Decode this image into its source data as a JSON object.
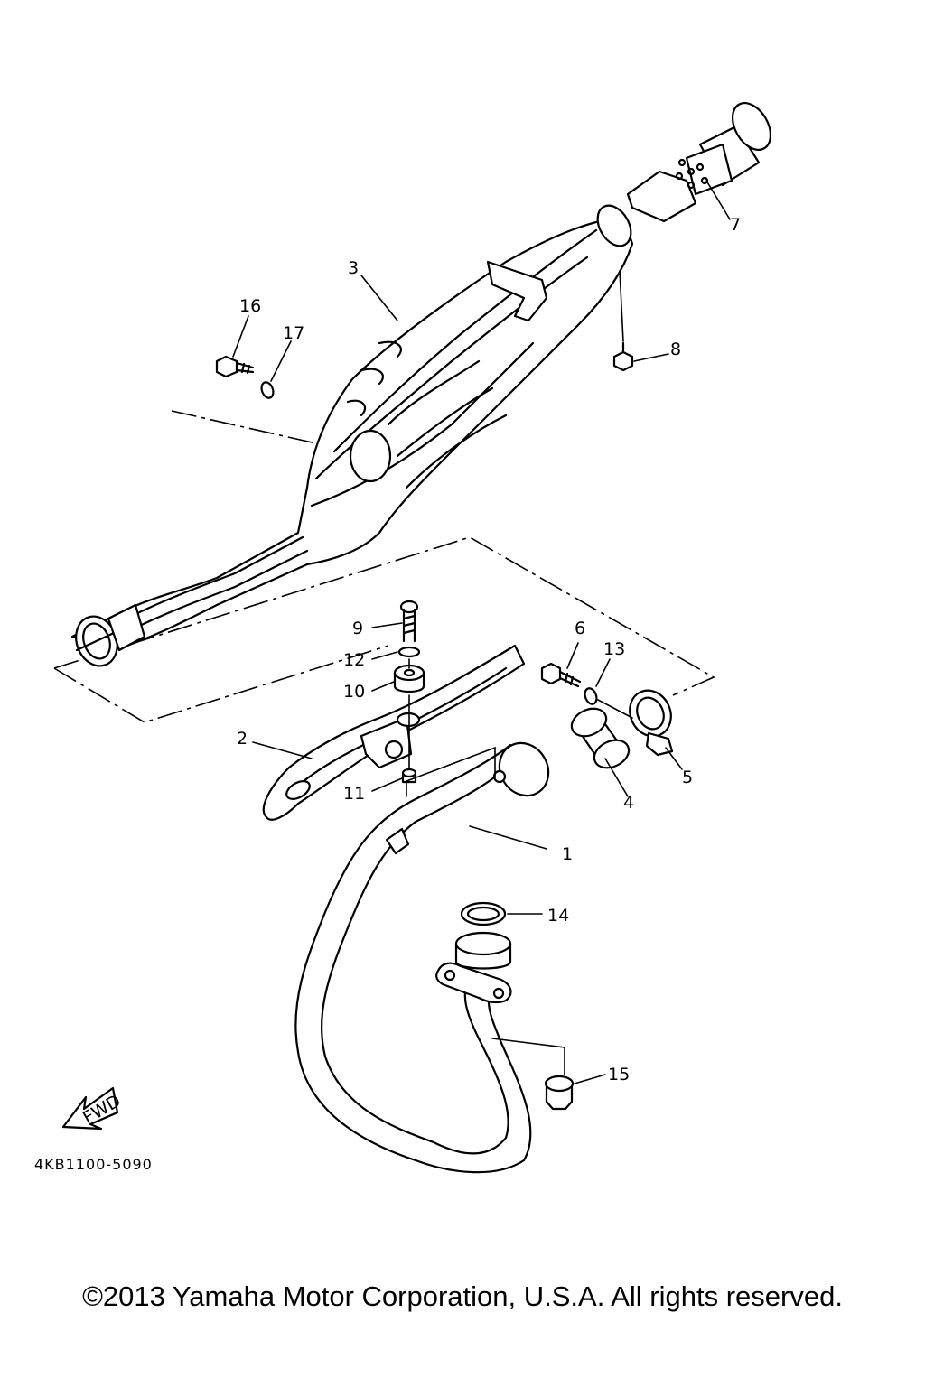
{
  "diagram": {
    "part_code": "4KB1100-5090",
    "fwd_label": "FWD",
    "copyright": "©2013 Yamaha Motor Corporation, U.S.A. All rights reserved."
  },
  "callouts": [
    {
      "id": "c1",
      "number": "1"
    },
    {
      "id": "c2",
      "number": "2"
    },
    {
      "id": "c3",
      "number": "3"
    },
    {
      "id": "c4",
      "number": "4"
    },
    {
      "id": "c5",
      "number": "5"
    },
    {
      "id": "c6",
      "number": "6"
    },
    {
      "id": "c7",
      "number": "7"
    },
    {
      "id": "c8",
      "number": "8"
    },
    {
      "id": "c9",
      "number": "9"
    },
    {
      "id": "c10",
      "number": "10"
    },
    {
      "id": "c11",
      "number": "11"
    },
    {
      "id": "c12",
      "number": "12"
    },
    {
      "id": "c13",
      "number": "13"
    },
    {
      "id": "c14",
      "number": "14"
    },
    {
      "id": "c15",
      "number": "15"
    },
    {
      "id": "c16",
      "number": "16"
    },
    {
      "id": "c17",
      "number": "17"
    }
  ]
}
